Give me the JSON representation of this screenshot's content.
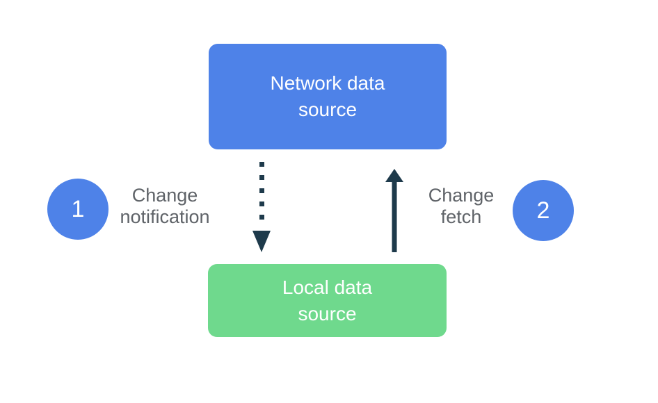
{
  "diagram": {
    "title": "data source change propagation",
    "colors": {
      "background": "#ffffff",
      "network_box": "#4e82e8",
      "local_box": "#6fd98d",
      "badge": "#4e82e8",
      "arrow": "#1e3a4b",
      "label_text": "#5f6368",
      "box_text": "#ffffff"
    },
    "network_box": {
      "label": "Network data\nsource"
    },
    "local_box": {
      "label": "Local data\nsource"
    },
    "steps": [
      {
        "number": "1",
        "label": "Change\nnotification",
        "side": "left"
      },
      {
        "number": "2",
        "label": "Change\nfetch",
        "side": "right"
      }
    ],
    "arrows": [
      {
        "name": "change-notification-arrow",
        "style": "dotted",
        "direction": "down",
        "from": "Network data source",
        "to": "Local data source"
      },
      {
        "name": "change-fetch-arrow",
        "style": "solid",
        "direction": "up",
        "from": "Local data source",
        "to": "Network data source"
      }
    ]
  }
}
